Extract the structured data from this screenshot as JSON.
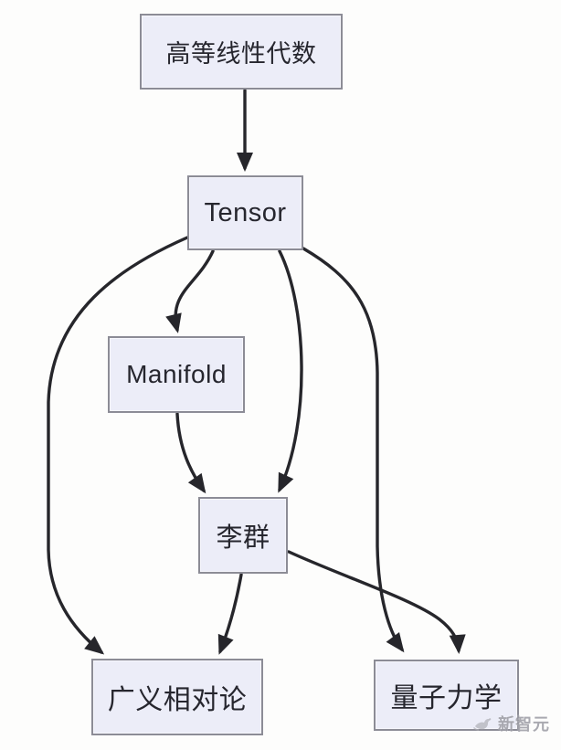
{
  "diagram": {
    "nodes": {
      "linear_algebra": {
        "label": "高等线性代数"
      },
      "tensor": {
        "label": "Tensor"
      },
      "manifold": {
        "label": "Manifold"
      },
      "lie_group": {
        "label": "李群"
      },
      "general_relativity": {
        "label": "广义相对论"
      },
      "quantum_mechanics": {
        "label": "量子力学"
      }
    },
    "edges": [
      {
        "from": "高等线性代数",
        "to": "Tensor"
      },
      {
        "from": "Tensor",
        "to": "Manifold"
      },
      {
        "from": "Tensor",
        "to": "李群"
      },
      {
        "from": "Manifold",
        "to": "李群"
      },
      {
        "from": "Tensor",
        "to": "广义相对论"
      },
      {
        "from": "李群",
        "to": "广义相对论"
      },
      {
        "from": "Tensor",
        "to": "量子力学"
      },
      {
        "from": "李群",
        "to": "量子力学"
      }
    ]
  },
  "watermark": {
    "text": "新智元",
    "logo_icon": "bird-logo-icon"
  },
  "colors": {
    "node_fill": "#ECEDF8",
    "node_border": "#8C8C96",
    "edge": "#26262B",
    "text": "#26262E",
    "watermark": "#9B9BA3",
    "background": "#FDFDFC"
  }
}
